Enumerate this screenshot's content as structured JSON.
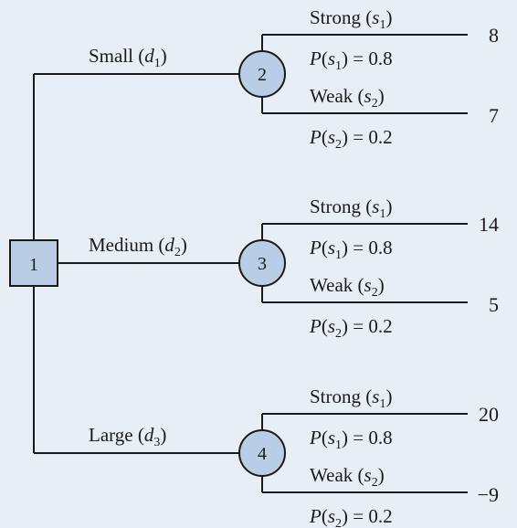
{
  "decision_node": {
    "id": "1"
  },
  "branches": [
    {
      "decision": {
        "name": "Small",
        "symbol": "d",
        "sub": "1"
      },
      "node": "2",
      "states": [
        {
          "name": "Strong",
          "symbol": "s",
          "sub": "1",
          "prob_text": "= 0.8",
          "payoff": "8"
        },
        {
          "name": "Weak",
          "symbol": "s",
          "sub": "2",
          "prob_text": "= 0.2",
          "payoff": "7"
        }
      ]
    },
    {
      "decision": {
        "name": "Medium",
        "symbol": "d",
        "sub": "2"
      },
      "node": "3",
      "states": [
        {
          "name": "Strong",
          "symbol": "s",
          "sub": "1",
          "prob_text": "= 0.8",
          "payoff": "14"
        },
        {
          "name": "Weak",
          "symbol": "s",
          "sub": "2",
          "prob_text": "= 0.2",
          "payoff": "5"
        }
      ]
    },
    {
      "decision": {
        "name": "Large",
        "symbol": "d",
        "sub": "3"
      },
      "node": "4",
      "states": [
        {
          "name": "Strong",
          "symbol": "s",
          "sub": "1",
          "prob_text": "= 0.8",
          "payoff": "20"
        },
        {
          "name": "Weak",
          "symbol": "s",
          "sub": "2",
          "prob_text": "= 0.2",
          "payoff": "−9"
        }
      ]
    }
  ],
  "colors": {
    "background": "#e8eef5",
    "node_fill": "#b9cde4",
    "line": "#1a1a1a"
  }
}
